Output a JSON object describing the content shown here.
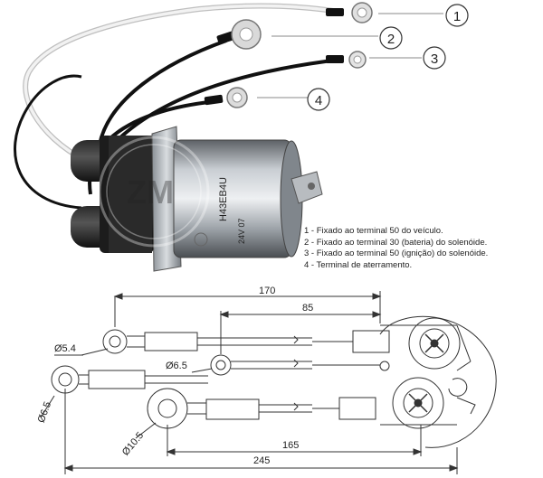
{
  "callouts": [
    "1",
    "2",
    "3",
    "4"
  ],
  "legend": [
    "1 - Fixado ao terminal 50 do veículo.",
    "2 - Fixado ao terminal 30 (bateria) do solenóide.",
    "3 - Fixado ao terminal 50 (ignição) do solenóide.",
    "4 - Terminal de aterramento."
  ],
  "dimensions": {
    "d170": "170",
    "d85": "85",
    "d165": "165",
    "d245": "245",
    "dia54": "Ø5.4",
    "dia65a": "Ø6.5",
    "dia65b": "Ø6.5",
    "dia105": "Ø10.5"
  },
  "colors": {
    "wire_white": "#e6e6e6",
    "wire_black": "#1a1a1a",
    "body_metal": "#9aa0a6",
    "line": "#333333"
  }
}
